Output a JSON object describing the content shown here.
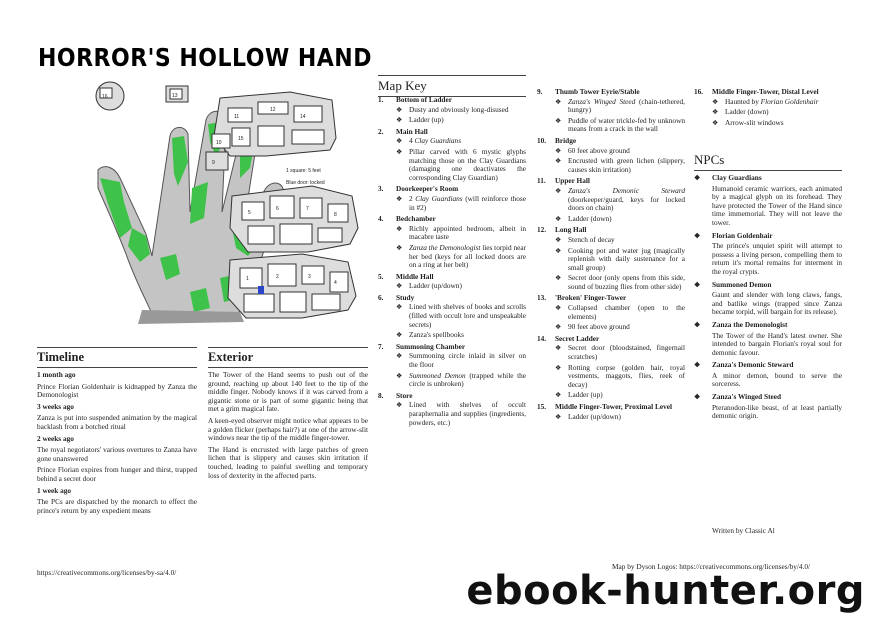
{
  "title": "HORROR'S HOLLOW HAND",
  "map": {
    "rooms": [
      "1",
      "2",
      "3",
      "4",
      "5",
      "6",
      "7",
      "8",
      "9",
      "10",
      "11",
      "12",
      "13",
      "14",
      "15",
      "16"
    ],
    "legend_scale": "1 square: 5 feet",
    "legend_door": "Blue door: locked"
  },
  "timeline": {
    "heading": "Timeline",
    "entries": [
      {
        "when": "1 month ago",
        "texts": [
          "Prince Florian Goldenhair is kidnapped by Zanza the Demonologist"
        ]
      },
      {
        "when": "3 weeks ago",
        "texts": [
          "Zanza is put into suspended animation by the magical backlash from a botched ritual"
        ]
      },
      {
        "when": "2 weeks ago",
        "texts": [
          "The royal negotiators' various overtures to Zanza have gone unanswered",
          "Prince Florian expires from hunger and thirst, trapped behind a secret door"
        ]
      },
      {
        "when": "1 week ago",
        "texts": [
          "The PCs are dispatched by the monarch to effect the prince's return by any expedient means"
        ]
      }
    ]
  },
  "exterior": {
    "heading": "Exterior",
    "paragraphs": [
      "The Tower of the Hand seems to push out of the ground, reaching up about 140 feet to the tip of the middle finger. Nobody knows if it was carved from a gigantic stone or is part of some gigantic being that met a grim magical fate.",
      "A keen-eyed observer might notice what appears to be a golden flicker (perhaps hair?) at one of the arrow-slit windows near the tip of the middle finger-tower.",
      "The Hand is encrusted with large patches of green lichen that is slippery and causes skin irritation if touched, leading to painful swelling and temporary loss of dexterity in the affected parts."
    ]
  },
  "mapkey": {
    "heading": "Map Key",
    "col1": [
      {
        "num": "1.",
        "name": "Bottom of Ladder",
        "bullets": [
          {
            "pre": "Dusty and obviously long-disused"
          },
          {
            "pre": "Ladder (up)"
          }
        ]
      },
      {
        "num": "2.",
        "name": "Main Hall",
        "bullets": [
          {
            "pre": "4 ",
            "em": "Clay Guardians"
          },
          {
            "pre": "Pillar carved with 6 mystic glyphs matching those on the Clay Guardians (damaging one deactivates the corresponding Clay Guardian)"
          }
        ]
      },
      {
        "num": "3.",
        "name": "Doorkeeper's Room",
        "bullets": [
          {
            "pre": "2 ",
            "em": "Clay Guardians",
            "post": " (will reinforce those in #2)"
          }
        ]
      },
      {
        "num": "4.",
        "name": "Bedchamber",
        "bullets": [
          {
            "pre": "Richly appointed bedroom, albeit in macabre taste"
          },
          {
            "em": "Zanza the Demonologist",
            "post": " lies torpid near her bed (keys for all locked doors are on a ring at her belt)"
          }
        ]
      },
      {
        "num": "5.",
        "name": "Middle Hall",
        "bullets": [
          {
            "pre": "Ladder (up/down)"
          }
        ]
      },
      {
        "num": "6.",
        "name": "Study",
        "bullets": [
          {
            "pre": "Lined with shelves of books and scrolls (filled with occult lore and unspeakable secrets)"
          },
          {
            "pre": "Zanza's spellbooks"
          }
        ]
      },
      {
        "num": "7.",
        "name": "Summoning Chamber",
        "bullets": [
          {
            "pre": "Summoning circle inlaid in silver on the floor"
          },
          {
            "em": "Summoned Demon",
            "post": " (trapped while the circle is unbroken)"
          }
        ]
      },
      {
        "num": "8.",
        "name": "Store",
        "bullets": [
          {
            "pre": "Lined with shelves of occult paraphernalia and supplies (ingredients, powders, etc.)"
          }
        ]
      }
    ],
    "col2": [
      {
        "num": "9.",
        "name": "Thumb Tower Eyrie/Stable",
        "bullets": [
          {
            "em": "Zanza's Winged Steed",
            "post": " (chain-tethered, hungry)"
          },
          {
            "pre": "Puddle of water trickle-fed by unknown means from a crack in the wall"
          }
        ]
      },
      {
        "num": "10.",
        "name": "Bridge",
        "bullets": [
          {
            "pre": "60 feet above ground"
          },
          {
            "pre": "Encrusted with green lichen (slippery, causes skin irritation)"
          }
        ]
      },
      {
        "num": "11.",
        "name": "Upper Hall",
        "bullets": [
          {
            "em": "Zanza's Demonic Steward",
            "post": " (doorkeeper/guard, keys for locked doors on chain)"
          },
          {
            "pre": "Ladder (down)"
          }
        ]
      },
      {
        "num": "12.",
        "name": "Long Hall",
        "bullets": [
          {
            "pre": "Stench of decay"
          },
          {
            "pre": "Cooking pot and water jug (magically replenish with daily sustenance for a small group)"
          },
          {
            "pre": "Secret door (only opens from this side, sound of buzzing flies from other side)"
          }
        ]
      },
      {
        "num": "13.",
        "name": "'Broken' Finger-Tower",
        "bullets": [
          {
            "pre": "Collapsed chamber (open to the elements)"
          },
          {
            "pre": "90 feet above ground"
          }
        ]
      },
      {
        "num": "14.",
        "name": "Secret Ladder",
        "bullets": [
          {
            "pre": "Secret door (bloodstained, fingernail scratches)"
          },
          {
            "pre": "Rotting corpse (golden hair, royal vestments, maggots, flies, reek of decay)"
          },
          {
            "pre": "Ladder (up)"
          }
        ]
      },
      {
        "num": "15.",
        "name": "Middle Finger-Tower, Proximal Level",
        "bullets": [
          {
            "pre": "Ladder (up/down)"
          }
        ]
      }
    ],
    "col3": [
      {
        "num": "16.",
        "name": "Middle Finger-Tower, Distal Level",
        "bullets": [
          {
            "pre": "Haunted by ",
            "em": "Florian Goldenhair"
          },
          {
            "pre": "Ladder (down)"
          },
          {
            "pre": "Arrow-slit windows"
          }
        ]
      }
    ]
  },
  "npcs": {
    "heading": "NPCs",
    "list": [
      {
        "name": "Clay Guardians",
        "desc": "Humanoid ceramic warriors, each animated by a magical glyph on its forehead. They have protected the Tower of the Hand since time immemorial. They will not leave the tower."
      },
      {
        "name": "Florian Goldenhair",
        "desc": "The prince's unquiet spirit will attempt to possess a living person, compelling them to return it's mortal remains for interment in the royal crypts."
      },
      {
        "name": "Summoned Demon",
        "desc": "Gaunt and slender with long claws, fangs, and batlike wings (trapped since Zanza became torpid, will bargain for its release)."
      },
      {
        "name": "Zanza the Demonologist",
        "desc": "The Tower of the Hand's latest owner. She intended to bargain Florian's royal soul for demonic favour."
      },
      {
        "name": "Zanza's Demonic Steward",
        "desc": "A minor demon, bound to serve the sorceress."
      },
      {
        "name": "Zanza's Winged Steed",
        "desc": "Pteranodon-like beast, of at least partially demonic origin."
      }
    ],
    "credit": "Written by Classic Al"
  },
  "footer": {
    "license": "https://creativecommons.org/licenses/by-sa/4.0/",
    "map_credit": "Map by Dyson Logos: https://creativecommons.org/licenses/by/4.0/"
  },
  "watermark": "ebook-hunter.org",
  "colors": {
    "lichen": "#3fc24a",
    "stone": "#bdbdbd",
    "ink": "#222222"
  }
}
